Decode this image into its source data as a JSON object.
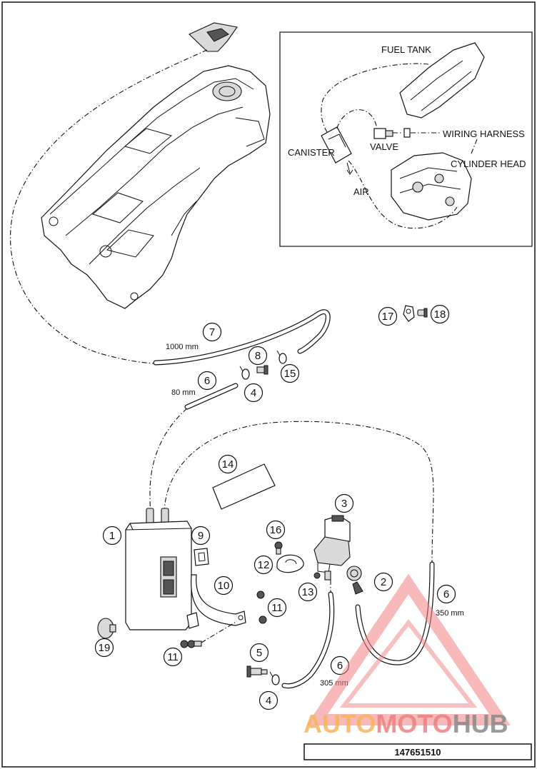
{
  "inset": {
    "fuel_tank": "FUEL TANK",
    "canister": "CANISTER",
    "valve": "VALVE",
    "wiring_harness": "WIRING HARNESS",
    "cylinder_head": "CYLINDER HEAD",
    "air": "AIR"
  },
  "callouts": [
    {
      "id": "c1",
      "num": "1"
    },
    {
      "id": "c2",
      "num": "2"
    },
    {
      "id": "c3",
      "num": "3"
    },
    {
      "id": "c4a",
      "num": "4"
    },
    {
      "id": "c4b",
      "num": "4"
    },
    {
      "id": "c5",
      "num": "5"
    },
    {
      "id": "c6a",
      "num": "6"
    },
    {
      "id": "c6b",
      "num": "6"
    },
    {
      "id": "c6c",
      "num": "6"
    },
    {
      "id": "c7",
      "num": "7"
    },
    {
      "id": "c8",
      "num": "8"
    },
    {
      "id": "c9",
      "num": "9"
    },
    {
      "id": "c10",
      "num": "10"
    },
    {
      "id": "c11a",
      "num": "11"
    },
    {
      "id": "c11b",
      "num": "11"
    },
    {
      "id": "c12",
      "num": "12"
    },
    {
      "id": "c13",
      "num": "13"
    },
    {
      "id": "c14",
      "num": "14"
    },
    {
      "id": "c15",
      "num": "15"
    },
    {
      "id": "c16",
      "num": "16"
    },
    {
      "id": "c17",
      "num": "17"
    },
    {
      "id": "c18",
      "num": "18"
    },
    {
      "id": "c19",
      "num": "19"
    }
  ],
  "lengths": {
    "hose_7": "1000 mm",
    "hose_6a": "80 mm",
    "hose_6b": "350 mm",
    "hose_6c": "305 mm"
  },
  "watermark": {
    "part1": "AUTO",
    "part2": "MOTO",
    "part3": "HUB"
  },
  "part_number": "147651510",
  "colors": {
    "watermark_red": "#f08080",
    "watermark_orange": "#f5b45a",
    "watermark_gray": "#8a8a8a"
  }
}
